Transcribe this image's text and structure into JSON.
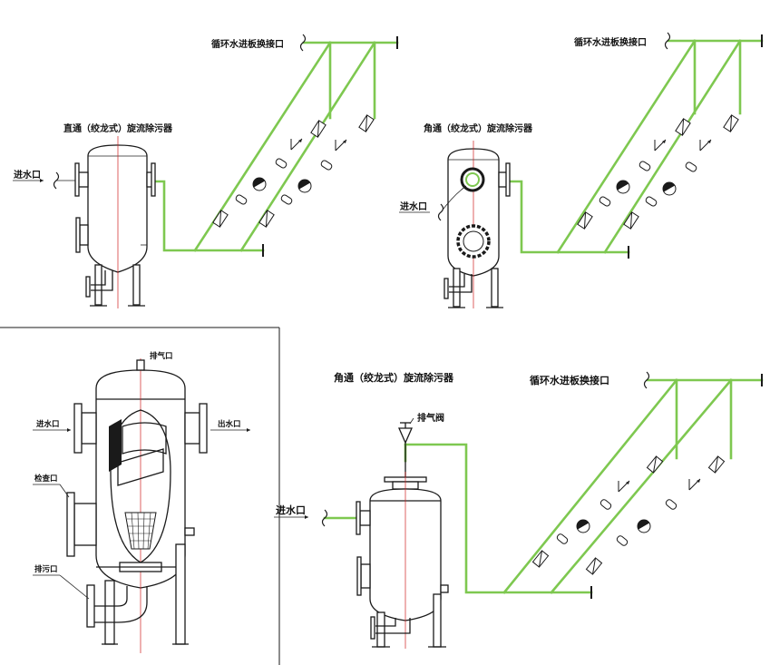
{
  "colors": {
    "pipe": "#7ec850",
    "outline": "#1a1a1a",
    "centerline": "#d02020",
    "background": "#ffffff"
  },
  "labels": {
    "inlet": "进水口",
    "outlet": "出水口",
    "vent": "排气口",
    "inspection": "检查口",
    "drain": "排污口",
    "vent_valve": "排气阀",
    "loop_connection": "循环水进板换接口",
    "straight_type": "直通（绞龙式）旋流除污器",
    "angle_type": "角通（绞龙式）旋流除污器"
  },
  "panels": [
    {
      "id": "top-left",
      "title_key": "straight_type"
    },
    {
      "id": "top-right",
      "title_key": "angle_type"
    },
    {
      "id": "bottom-left",
      "title_key": "section"
    },
    {
      "id": "bottom-right",
      "title_key": "angle_type"
    }
  ]
}
